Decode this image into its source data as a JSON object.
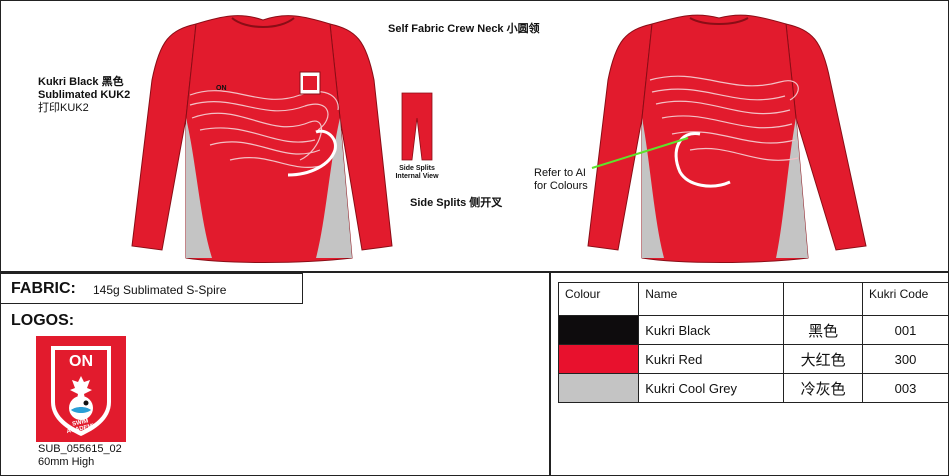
{
  "notes": {
    "crew_neck": "Self Fabric Crew Neck  小圆领",
    "black_line1": "Kukri Black  黑色",
    "black_line2": "Sublimated KUK2",
    "black_line3": "打印KUK2",
    "side_splits_view_line1": "Side Splits",
    "side_splits_view_line2": "Internal View",
    "side_splits": "Side Splits  侧开叉",
    "refer_line1": "Refer to AI",
    "refer_line2": "for Colours",
    "chest_mark": "ON"
  },
  "fabric": {
    "label": "FABRIC:",
    "value": "145g Sublimated S-Spire"
  },
  "logos": {
    "label": "LOGOS:",
    "badge_top": "ON",
    "badge_bottom": "SWIM ACADEMY",
    "caption_line1": "SUB_055615_02",
    "caption_line2": "60mm High"
  },
  "colour_table": {
    "headers": [
      "Colour",
      "Name",
      "",
      "Kukri Code"
    ],
    "rows": [
      {
        "swatch": "#0e0c0d",
        "name": "Kukri Black",
        "cn": "黑色",
        "code": "001"
      },
      {
        "swatch": "#e8112d",
        "name": "Kukri Red",
        "cn": "大红色",
        "code": "300"
      },
      {
        "swatch": "#c4c4c4",
        "name": "Kukri Cool Grey",
        "cn": "冷灰色",
        "code": "003"
      }
    ]
  },
  "colors": {
    "red": "#e21b2d",
    "grey": "#c4c4c4",
    "black": "#0e0c0d",
    "annotation_line": "#5ee32b"
  }
}
